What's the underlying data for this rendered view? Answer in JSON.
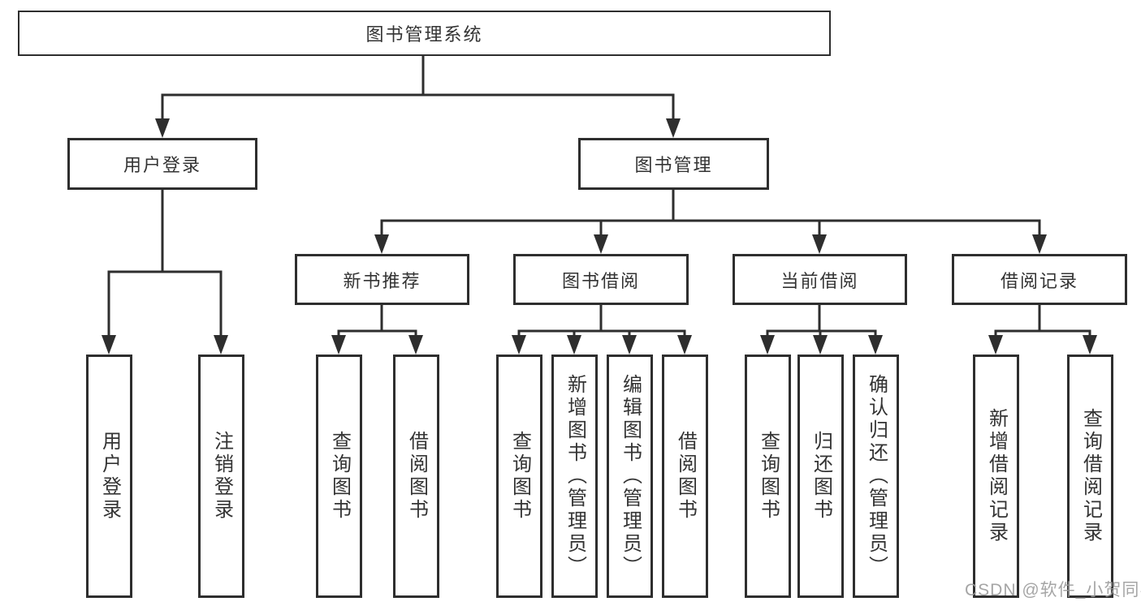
{
  "diagram": {
    "root": "图书管理系统",
    "level1": [
      {
        "label": "用户登录"
      },
      {
        "label": "图书管理"
      }
    ],
    "level2": [
      {
        "label": "新书推荐"
      },
      {
        "label": "图书借阅"
      },
      {
        "label": "当前借阅"
      },
      {
        "label": "借阅记录"
      }
    ],
    "leaves": {
      "userLogin": [
        "用户登录",
        "注销登录"
      ],
      "newBooks": [
        "查询图书",
        "借阅图书"
      ],
      "bookBorrow": [
        "查询图书",
        "新增图书（管理员）",
        "编辑图书（管理员）",
        "借阅图书"
      ],
      "currentBorrow": [
        "查询图书",
        "归还图书",
        "确认归还（管理员）"
      ],
      "borrowRecords": [
        "新增借阅记录",
        "查询借阅记录"
      ]
    },
    "watermark": "CSDN @软件_小贺同学",
    "line_color": "#2e2e2e",
    "text_color": "#333333"
  }
}
